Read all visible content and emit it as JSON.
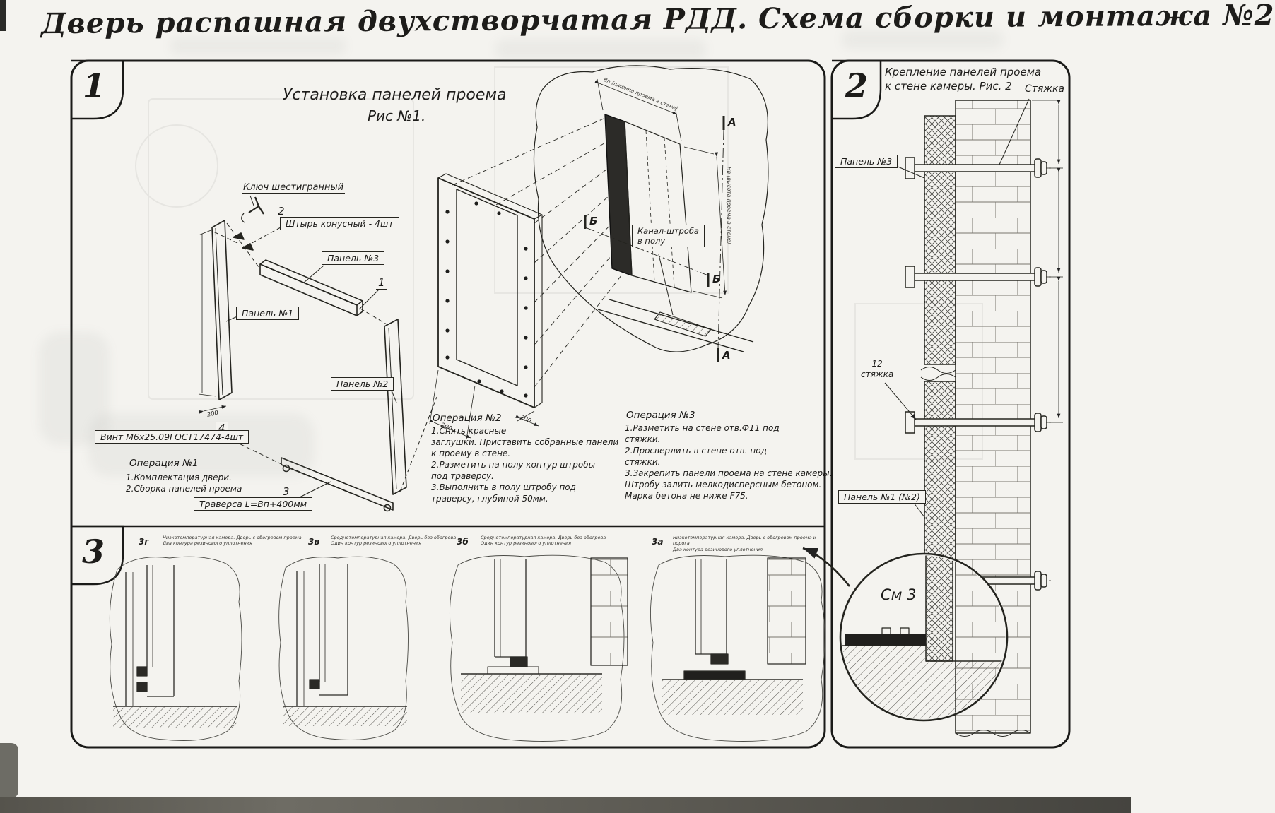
{
  "page": {
    "title": "Дверь распашная двухстворчатая РДД.  Схема сборки и монтажа №2"
  },
  "section1": {
    "number": "1",
    "fig_title": "Установка панелей проема",
    "fig_subtitle": "Рис №1.",
    "labels": {
      "hex_key": "Ключ шестигранный",
      "pin": "Штырь конусный - 4шт",
      "panel3": "Панель №3",
      "panel1": "Панель №1",
      "panel2": "Панель №2",
      "screw": "Винт М6х25.09ГОСТ17474-4шт",
      "traverse": "Траверса  L=Вп+400мм",
      "channel": "Канал-штроба\nв полу"
    },
    "callouts": {
      "c1": "1",
      "c2": "2",
      "c3": "3",
      "c4": "4"
    },
    "markers": {
      "a": "А",
      "b": "Б"
    },
    "dims": {
      "d200a": "200",
      "d200b": "200",
      "d200c": "200",
      "top_dim": "Вп (ширина проема в стене)",
      "right_dim": "Нв (высота проема в стене)"
    },
    "op1": {
      "title": "Операция №1",
      "body": "1.Комплектация двери.\n2.Сборка панелей проема"
    },
    "op2": {
      "title": "Операция №2",
      "body": "1.Снять красные\nзаглушки. Приставить собранные панели\nк проему в стене.\n2.Разметить на полу контур штробы\nпод траверсу.\n3.Выполнить в полу штробу под\nтраверсу, глубиной 50мм."
    },
    "op3": {
      "title": "Операция №3",
      "body": "1.Разметить на стене отв.Ф11 под\nстяжки.\n2.Просверлить в стене отв.  под\nстяжки.\n3.Закрепить панели проема на стене камеры.\nШтробу залить мелкодисперсным бетоном.\nМарка бетона не ниже  F75."
    }
  },
  "section2": {
    "number": "2",
    "fig_title": "Крепление панелей проема\nк стене камеры. Рис. 2",
    "labels": {
      "tie_top": "Стяжка",
      "panel3": "Панель №3",
      "tie_num": "12",
      "tie_word": "стяжка",
      "panel12": "Панель №1 (№2)",
      "see": "См 3"
    }
  },
  "section3": {
    "number": "3",
    "details": [
      {
        "id": "3г",
        "caption": "Низкотемпературная камера. Дверь с обогревом проема\nДва контура резинового уплотнения"
      },
      {
        "id": "3в",
        "caption": "Среднетемпературная камера. Дверь без обогрева\nОдин контур резинового уплотнения"
      },
      {
        "id": "3б",
        "caption": "Среднетемпературная камера. Дверь без обогрева\nОдин контур резинового уплотнения"
      },
      {
        "id": "3а",
        "caption": "Низкотемпературная камера. Дверь с обогревом проема и порога\nДва контура резинового уплотнения"
      }
    ]
  }
}
